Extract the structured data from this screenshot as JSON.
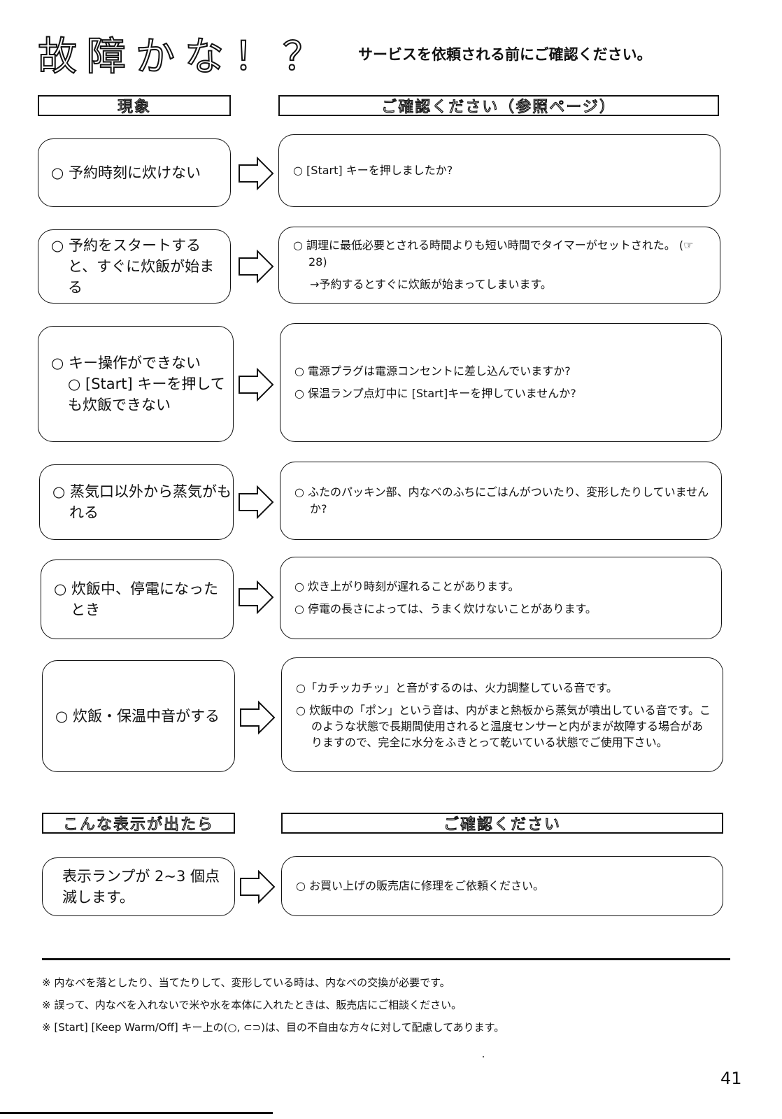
{
  "header": {
    "title": "故障かな！？",
    "subtitle": "サービスを依頼される前にご確認ください。"
  },
  "column_headers": {
    "symptom": "現象",
    "check": "ご確認ください（参照ページ）"
  },
  "rows": [
    {
      "symptom": "○ 予約時刻に炊けない",
      "checks": [
        "○ [Start] キーを押しましたか?"
      ]
    },
    {
      "symptom": "○ 予約をスタートすると、すぐに炊飯が始まる",
      "checks": [
        "○ 調理に最低必要とされる時間よりも短い時間でタイマーがセットされた。 (☞28)",
        "→予約するとすぐに炊飯が始まってしまいます。"
      ]
    },
    {
      "symptom": "○ キー操作ができない\n○ [Start] キーを押しても炊飯できない",
      "checks": [
        "○ 電源プラグは電源コンセントに差し込んでいますか?",
        "○ 保温ランプ点灯中に [Start]キーを押していませんか?"
      ]
    },
    {
      "symptom": "○ 蒸気口以外から蒸気がもれる",
      "checks": [
        "○ ふたのパッキン部、内なべのふちにごはんがついたり、変形したりしていませんか?"
      ]
    },
    {
      "symptom": "○ 炊飯中、停電になったとき",
      "checks": [
        "○ 炊き上がり時刻が遅れることがあります。",
        "○ 停電の長さによっては、うまく炊けないことがあります。"
      ]
    },
    {
      "symptom": "○ 炊飯・保温中音がする",
      "checks": [
        "○「カチッカチッ」と音がするのは、火力調整している音です。",
        "○ 炊飯中の「ポン」という音は、内がまと熱板から蒸気が噴出している音です。このような状態で長期間使用されると温度センサーと内がまが故障する場合がありますので、完全に水分をふきとって乾いている状態でご使用下さい。"
      ]
    }
  ],
  "display_section": {
    "left_header": "こんな表示が出たら",
    "right_header": "ご確認ください",
    "symptom": "表示ランプが 2~3 個点滅します。",
    "check": "○ お買い上げの販売店に修理をご依頼ください。"
  },
  "notes": [
    "※ 内なべを落としたり、当てたりして、変形している時は、内なべの交換が必要です。",
    "※ 誤って、内なべを入れないで米や水を本体に入れたときは、販売店にご相談ください。",
    "※ [Start] [Keep Warm/Off] キー上の(○, ⊂⊃)は、目の不自由な方々に対して配慮してあります。"
  ],
  "page_number": "41"
}
